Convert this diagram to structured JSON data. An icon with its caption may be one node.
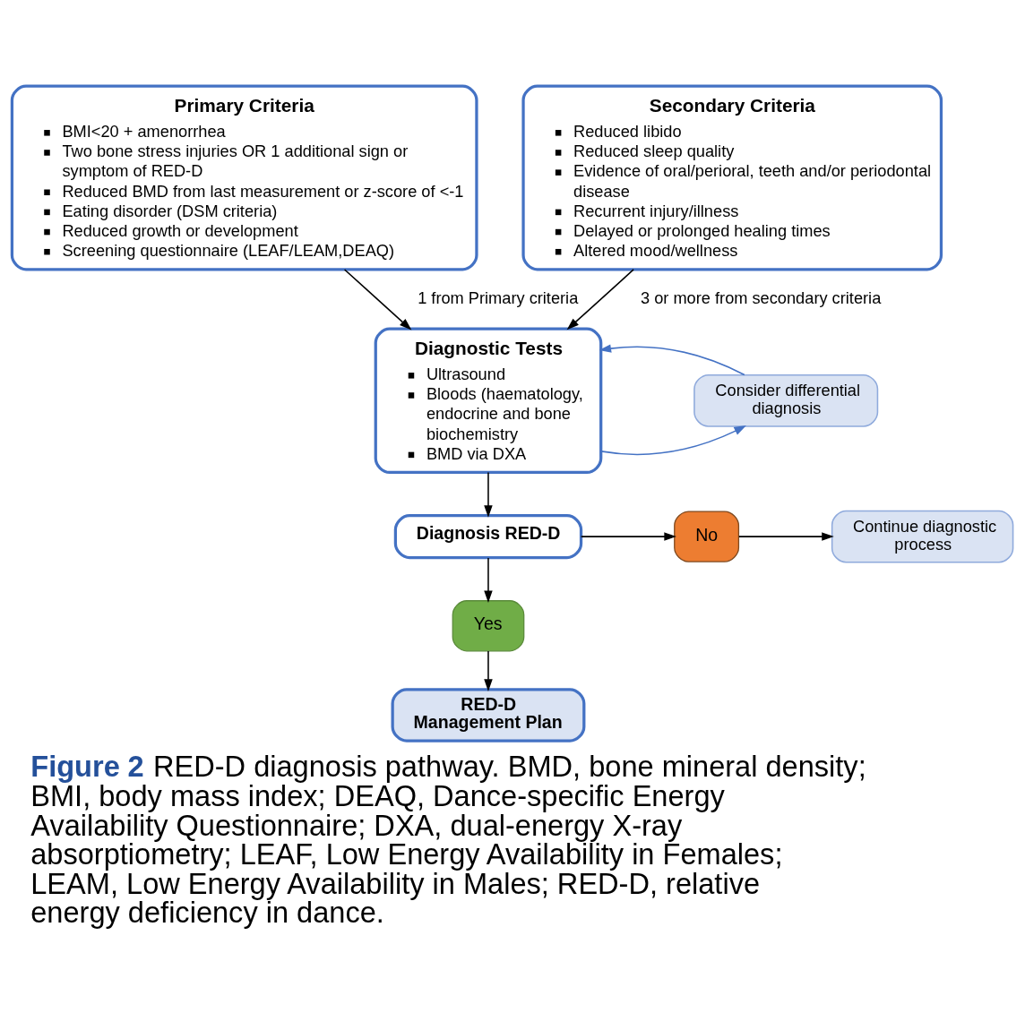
{
  "diagram": {
    "caption": "**Figure 2** RED-D diagnosis pathway. BMD, bone mineral density; BMI, body mass index; DEAQ, Dance-specific Energy Availability Questionnaire; DXA, dual-energy X-ray absorptiometry; LEAF, Low Energy Availability in Females; LEAM, Low Energy Availability in Males; RED-D, relative energy deficiency in dance.",
    "nodes": [
      {
        "text": [
          "Primary Criteria",
          "BMI<20 + amenorrhea",
          "Two bone stress injuries OR 1 additional sign or symptom of RED-D",
          "Reduced BMD from last measurement or z-score of <-1",
          "Eating disorder (DSM criteria)",
          "Reduced growth or development",
          "Screening questionnaire (LEAF/LEAM,DEAQ)"
        ]
      },
      {
        "text": [
          "Secondary Criteria",
          "Reduced libido",
          "Reduced sleep quality",
          "Evidence of oral/perioral, teeth and/or periodontal disease",
          "Recurrent injury/illness",
          "Delayed or prolonged healing times",
          "Altered mood/wellness"
        ]
      },
      {
        "text": [
          "Diagnostic Tests",
          "Ultrasound",
          "Bloods (haematology, endocrine and bone biochemistry",
          "BMD via DXA"
        ]
      },
      {
        "text": [
          "Consider differential diagnosis"
        ]
      },
      {
        "text": [
          "Diagnosis RED-D"
        ]
      },
      {
        "text": [
          "No"
        ]
      },
      {
        "text": [
          "Continue diagnostic process"
        ]
      },
      {
        "text": [
          "Yes"
        ]
      },
      {
        "text": [
          "RED-D Management Plan"
        ]
      }
    ],
    "edges": [
      {
        "from": 0,
        "to": 2,
        "arrow": "to",
        "label": "1 from Primary criteria"
      },
      {
        "from": 1,
        "to": 2,
        "arrow": "to",
        "label": "3 or more from secondary criteria"
      },
      {
        "from": 2,
        "to": 3,
        "arrow": "to",
        "color": "#4472c4"
      },
      {
        "from": 3,
        "to": 2,
        "arrow": "to",
        "color": "#4472c4"
      },
      {
        "from": 2,
        "to": 4,
        "arrow": "to"
      },
      {
        "from": 4,
        "to": 5,
        "arrow": "to"
      },
      {
        "from": 5,
        "to": 6,
        "arrow": "to"
      },
      {
        "from": 4,
        "to": 7,
        "arrow": "to"
      },
      {
        "from": 7,
        "to": 8,
        "arrow": "to"
      }
    ]
  }
}
